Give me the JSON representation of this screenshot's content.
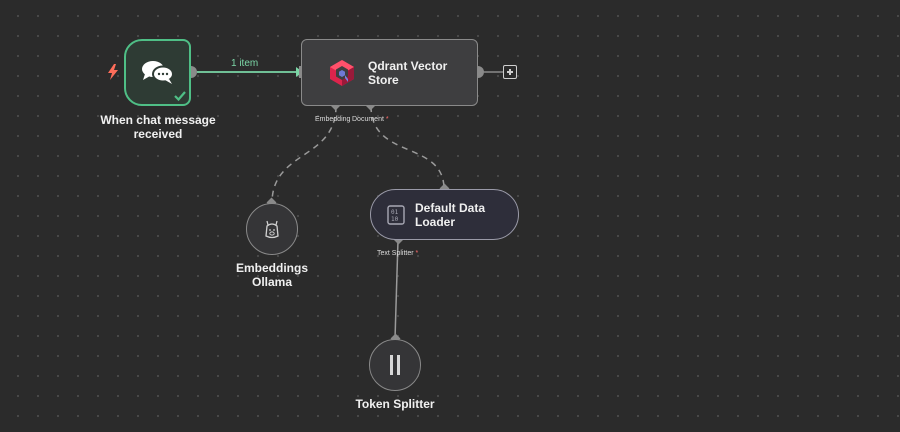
{
  "canvas": {
    "nodes": {
      "chat_trigger": {
        "title": "When chat message received",
        "icon": "chat-bubbles-icon",
        "status": "success-check-icon",
        "accent": "#4fbf86"
      },
      "qdrant": {
        "title": "Qdrant Vector Store",
        "icon": "qdrant-logo",
        "inputs": {
          "embedding": "Embedding",
          "document": "Document"
        }
      },
      "embeddings": {
        "title": "Embeddings Ollama",
        "icon": "llama-icon"
      },
      "loader": {
        "title": "Default Data Loader",
        "icon": "document-binary-icon",
        "inputs": {
          "splitter": "Text Splitter"
        }
      },
      "token": {
        "title": "Token Splitter",
        "icon": "pause-bars-icon"
      }
    },
    "connection": {
      "items_label": "1 item"
    },
    "required_marker": "*",
    "colors": {
      "background": "#2b2b2b",
      "success": "#4fbf86",
      "required": "#ff6b6b",
      "trigger_bolt": "#ff6d5a"
    }
  }
}
